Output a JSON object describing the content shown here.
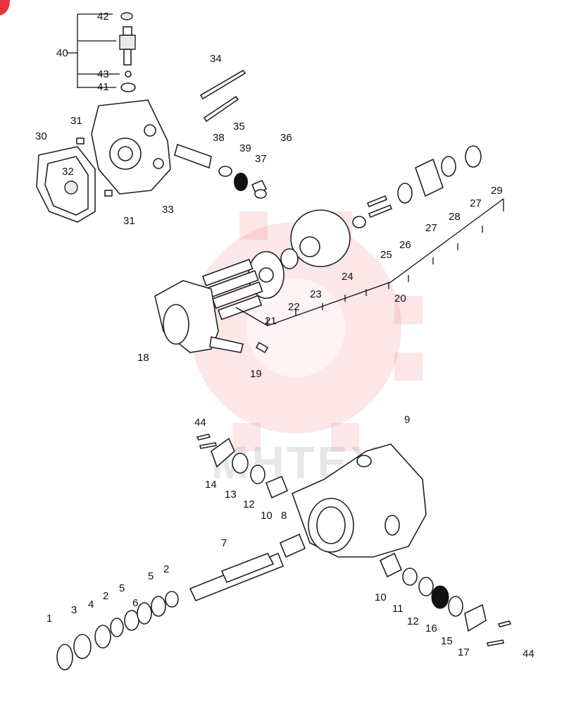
{
  "watermark": {
    "text": "MHTEX",
    "color": "#e8313f"
  },
  "labels": [
    "42",
    "40",
    "43",
    "41",
    "34",
    "35",
    "31",
    "38",
    "39",
    "37",
    "36",
    "30",
    "32",
    "33",
    "31",
    "29",
    "28",
    "27",
    "27",
    "26",
    "25",
    "24",
    "23",
    "22",
    "21",
    "20",
    "18",
    "19",
    "44",
    "9",
    "14",
    "13",
    "12",
    "10",
    "8",
    "7",
    "2",
    "5",
    "5",
    "6",
    "2",
    "4",
    "3",
    "1",
    "10",
    "11",
    "12",
    "16",
    "15",
    "17",
    "44"
  ]
}
